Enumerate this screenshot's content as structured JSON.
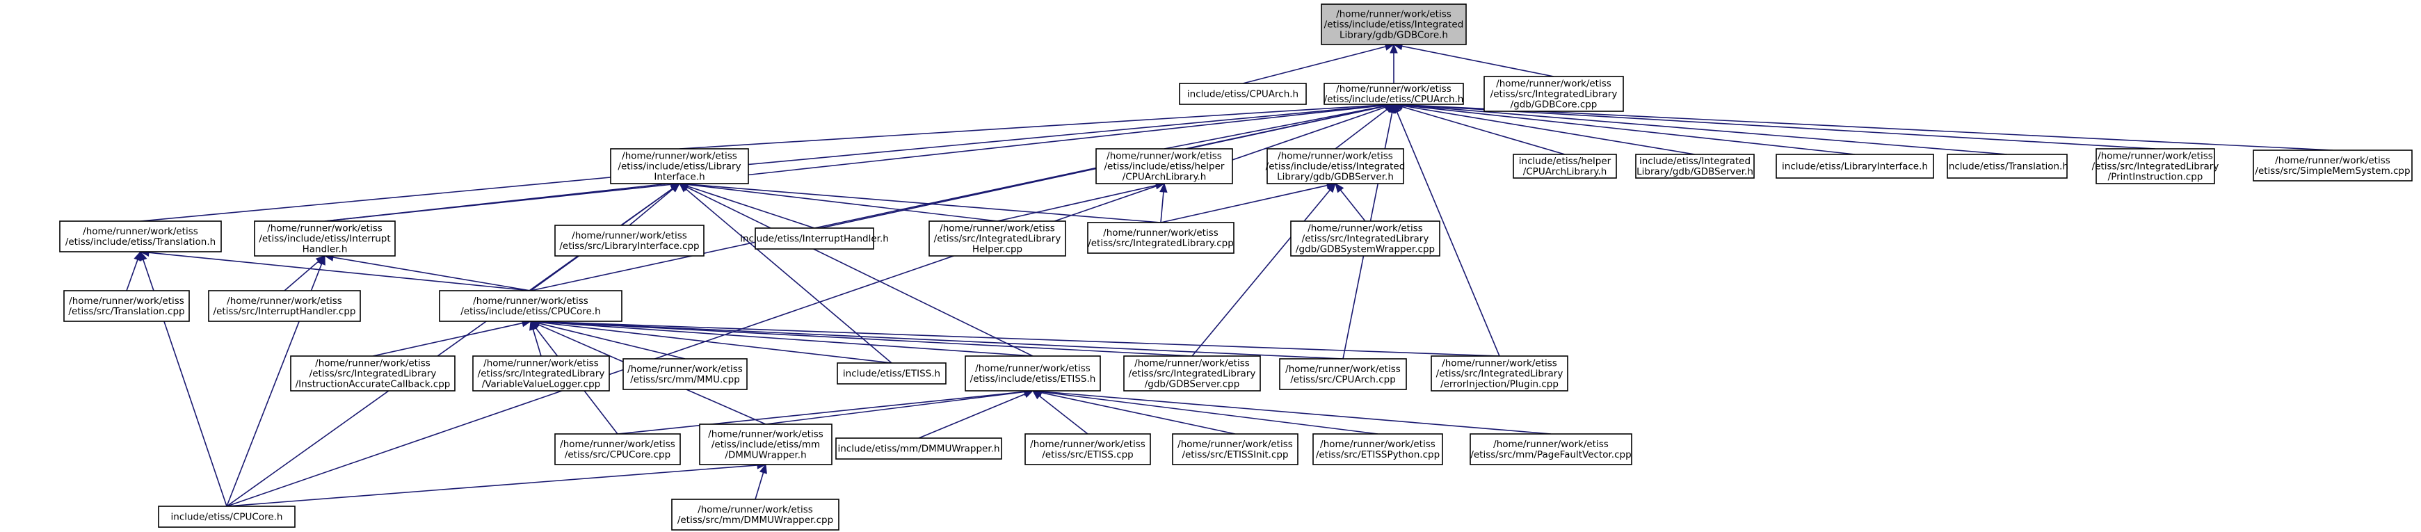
{
  "colors": {
    "edge": "#191970",
    "root_fill": "#bfbfbf",
    "node_fill": "#ffffff",
    "node_border": "#000000"
  },
  "nodes": [
    {
      "id": "n0",
      "lines": [
        "/home/runner/work/etiss",
        "/etiss/include/etiss/Integrated",
        "Library/gdb/GDBCore.h"
      ],
      "root": true
    },
    {
      "id": "n1",
      "lines": [
        "include/etiss/CPUArch.h"
      ]
    },
    {
      "id": "n2",
      "lines": [
        "/home/runner/work/etiss",
        "/etiss/include/etiss/CPUArch.h"
      ]
    },
    {
      "id": "n3",
      "lines": [
        "/home/runner/work/etiss",
        "/etiss/src/IntegratedLibrary",
        "/gdb/GDBCore.cpp"
      ]
    },
    {
      "id": "n4",
      "lines": [
        "/home/runner/work/etiss",
        "/etiss/include/etiss/Library",
        "Interface.h"
      ]
    },
    {
      "id": "n5",
      "lines": [
        "/home/runner/work/etiss",
        "/etiss/include/etiss/helper",
        "/CPUArchLibrary.h"
      ]
    },
    {
      "id": "n6",
      "lines": [
        "/home/runner/work/etiss",
        "/etiss/include/etiss/Integrated",
        "Library/gdb/GDBServer.h"
      ]
    },
    {
      "id": "n7",
      "lines": [
        "include/etiss/helper",
        "/CPUArchLibrary.h"
      ]
    },
    {
      "id": "n8",
      "lines": [
        "include/etiss/Integrated",
        "Library/gdb/GDBServer.h"
      ]
    },
    {
      "id": "n9",
      "lines": [
        "include/etiss/LibraryInterface.h"
      ]
    },
    {
      "id": "n10",
      "lines": [
        "include/etiss/Translation.h"
      ]
    },
    {
      "id": "n11",
      "lines": [
        "/home/runner/work/etiss",
        "/etiss/src/IntegratedLibrary",
        "/PrintInstruction.cpp"
      ]
    },
    {
      "id": "n12",
      "lines": [
        "/home/runner/work/etiss",
        "/etiss/src/SimpleMemSystem.cpp"
      ]
    },
    {
      "id": "n13",
      "lines": [
        "/home/runner/work/etiss",
        "/etiss/include/etiss/Translation.h"
      ]
    },
    {
      "id": "n14",
      "lines": [
        "/home/runner/work/etiss",
        "/etiss/include/etiss/Interrupt",
        "Handler.h"
      ]
    },
    {
      "id": "n15",
      "lines": [
        "/home/runner/work/etiss",
        "/etiss/src/LibraryInterface.cpp"
      ]
    },
    {
      "id": "n16",
      "lines": [
        "include/etiss/InterruptHandler.h"
      ]
    },
    {
      "id": "n17",
      "lines": [
        "/home/runner/work/etiss",
        "/etiss/src/IntegratedLibrary",
        "Helper.cpp"
      ]
    },
    {
      "id": "n18",
      "lines": [
        "/home/runner/work/etiss",
        "/etiss/src/IntegratedLibrary.cpp"
      ]
    },
    {
      "id": "n19",
      "lines": [
        "/home/runner/work/etiss",
        "/etiss/src/IntegratedLibrary",
        "/gdb/GDBSystemWrapper.cpp"
      ]
    },
    {
      "id": "n20",
      "lines": [
        "/home/runner/work/etiss",
        "/etiss/src/Translation.cpp"
      ]
    },
    {
      "id": "n21",
      "lines": [
        "/home/runner/work/etiss",
        "/etiss/src/InterruptHandler.cpp"
      ]
    },
    {
      "id": "n22",
      "lines": [
        "/home/runner/work/etiss",
        "/etiss/include/etiss/CPUCore.h"
      ]
    },
    {
      "id": "n23",
      "lines": [
        "/home/runner/work/etiss",
        "/etiss/src/IntegratedLibrary",
        "/InstructionAccurateCallback.cpp"
      ]
    },
    {
      "id": "n24",
      "lines": [
        "/home/runner/work/etiss",
        "/etiss/src/IntegratedLibrary",
        "/VariableValueLogger.cpp"
      ]
    },
    {
      "id": "n25",
      "lines": [
        "/home/runner/work/etiss",
        "/etiss/src/mm/MMU.cpp"
      ]
    },
    {
      "id": "n26",
      "lines": [
        "include/etiss/ETISS.h"
      ]
    },
    {
      "id": "n27",
      "lines": [
        "/home/runner/work/etiss",
        "/etiss/include/etiss/ETISS.h"
      ]
    },
    {
      "id": "n28",
      "lines": [
        "/home/runner/work/etiss",
        "/etiss/src/IntegratedLibrary",
        "/gdb/GDBServer.cpp"
      ]
    },
    {
      "id": "n29",
      "lines": [
        "/home/runner/work/etiss",
        "/etiss/src/CPUArch.cpp"
      ]
    },
    {
      "id": "n30",
      "lines": [
        "/home/runner/work/etiss",
        "/etiss/src/IntegratedLibrary",
        "/errorInjection/Plugin.cpp"
      ]
    },
    {
      "id": "n31",
      "lines": [
        "/home/runner/work/etiss",
        "/etiss/src/CPUCore.cpp"
      ]
    },
    {
      "id": "n32",
      "lines": [
        "/home/runner/work/etiss",
        "/etiss/include/etiss/mm",
        "/DMMUWrapper.h"
      ]
    },
    {
      "id": "n33",
      "lines": [
        "include/etiss/mm/DMMUWrapper.h"
      ]
    },
    {
      "id": "n34",
      "lines": [
        "/home/runner/work/etiss",
        "/etiss/src/ETISS.cpp"
      ]
    },
    {
      "id": "n35",
      "lines": [
        "/home/runner/work/etiss",
        "/etiss/src/ETISSInit.cpp"
      ]
    },
    {
      "id": "n36",
      "lines": [
        "/home/runner/work/etiss",
        "/etiss/src/ETISSPython.cpp"
      ]
    },
    {
      "id": "n37",
      "lines": [
        "/home/runner/work/etiss",
        "/etiss/src/mm/PageFaultVector.cpp"
      ]
    },
    {
      "id": "n38",
      "lines": [
        "include/etiss/CPUCore.h"
      ]
    },
    {
      "id": "n39",
      "lines": [
        "/home/runner/work/etiss",
        "/etiss/src/mm/DMMUWrapper.cpp"
      ]
    }
  ],
  "edges": [
    [
      "n1",
      "n0"
    ],
    [
      "n2",
      "n0"
    ],
    [
      "n3",
      "n0"
    ],
    [
      "n4",
      "n2"
    ],
    [
      "n5",
      "n2"
    ],
    [
      "n6",
      "n2"
    ],
    [
      "n7",
      "n2"
    ],
    [
      "n8",
      "n2"
    ],
    [
      "n9",
      "n2"
    ],
    [
      "n10",
      "n2"
    ],
    [
      "n11",
      "n2"
    ],
    [
      "n12",
      "n2"
    ],
    [
      "n13",
      "n2"
    ],
    [
      "n14",
      "n2"
    ],
    [
      "n22",
      "n2"
    ],
    [
      "n16",
      "n2"
    ],
    [
      "n29",
      "n2"
    ],
    [
      "n30",
      "n2"
    ],
    [
      "n38",
      "n2"
    ],
    [
      "n14",
      "n4"
    ],
    [
      "n15",
      "n4"
    ],
    [
      "n16",
      "n4"
    ],
    [
      "n17",
      "n4"
    ],
    [
      "n18",
      "n4"
    ],
    [
      "n22",
      "n4"
    ],
    [
      "n26",
      "n4"
    ],
    [
      "n27",
      "n4"
    ],
    [
      "n38",
      "n4"
    ],
    [
      "n17",
      "n5"
    ],
    [
      "n18",
      "n5"
    ],
    [
      "n18",
      "n6"
    ],
    [
      "n19",
      "n6"
    ],
    [
      "n28",
      "n6"
    ],
    [
      "n20",
      "n13"
    ],
    [
      "n22",
      "n13"
    ],
    [
      "n38",
      "n13"
    ],
    [
      "n21",
      "n14"
    ],
    [
      "n22",
      "n14"
    ],
    [
      "n38",
      "n14"
    ],
    [
      "n23",
      "n22"
    ],
    [
      "n24",
      "n22"
    ],
    [
      "n25",
      "n22"
    ],
    [
      "n26",
      "n22"
    ],
    [
      "n27",
      "n22"
    ],
    [
      "n28",
      "n22"
    ],
    [
      "n29",
      "n22"
    ],
    [
      "n30",
      "n22"
    ],
    [
      "n31",
      "n22"
    ],
    [
      "n32",
      "n22"
    ],
    [
      "n31",
      "n27"
    ],
    [
      "n32",
      "n27"
    ],
    [
      "n33",
      "n27"
    ],
    [
      "n34",
      "n27"
    ],
    [
      "n35",
      "n27"
    ],
    [
      "n36",
      "n27"
    ],
    [
      "n37",
      "n27"
    ],
    [
      "n38",
      "n32"
    ],
    [
      "n39",
      "n32"
    ]
  ]
}
